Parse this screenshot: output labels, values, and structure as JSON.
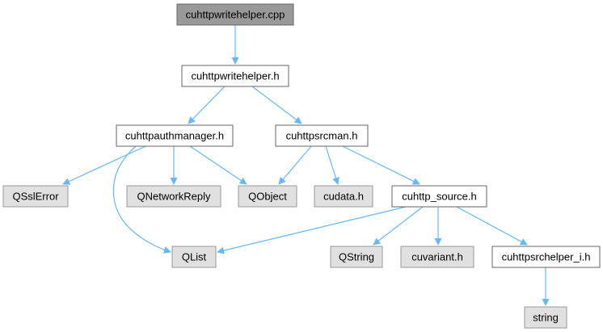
{
  "diagram": {
    "colors": {
      "edge": "#63b8ff",
      "root_fill": "#999999",
      "root_border": "#666666",
      "file_fill": "#ffffff",
      "file_border": "#666666",
      "external_fill": "#e0e0e0",
      "external_border": "#999999"
    },
    "nodes": [
      {
        "id": "cuhttpwritehelper_cpp",
        "label": "cuhttpwritehelper.cpp",
        "kind": "root"
      },
      {
        "id": "cuhttpwritehelper_h",
        "label": "cuhttpwritehelper.h",
        "kind": "file"
      },
      {
        "id": "cuhttpauthmanager_h",
        "label": "cuhttpauthmanager.h",
        "kind": "file"
      },
      {
        "id": "cuhttpsrcman_h",
        "label": "cuhttpsrcman.h",
        "kind": "file"
      },
      {
        "id": "QSslError",
        "label": "QSslError",
        "kind": "external"
      },
      {
        "id": "QNetworkReply",
        "label": "QNetworkReply",
        "kind": "external"
      },
      {
        "id": "QObject",
        "label": "QObject",
        "kind": "external"
      },
      {
        "id": "cudata_h",
        "label": "cudata.h",
        "kind": "external"
      },
      {
        "id": "cuhttp_source_h",
        "label": "cuhttp_source.h",
        "kind": "file"
      },
      {
        "id": "QList",
        "label": "QList",
        "kind": "external"
      },
      {
        "id": "QString",
        "label": "QString",
        "kind": "external"
      },
      {
        "id": "cuvariant_h",
        "label": "cuvariant.h",
        "kind": "external"
      },
      {
        "id": "cuhttpsrchelper_i_h",
        "label": "cuhttpsrchelper_i.h",
        "kind": "file"
      },
      {
        "id": "string",
        "label": "string",
        "kind": "external"
      }
    ],
    "edges": [
      {
        "from": "cuhttpwritehelper_cpp",
        "to": "cuhttpwritehelper_h"
      },
      {
        "from": "cuhttpwritehelper_h",
        "to": "cuhttpauthmanager_h"
      },
      {
        "from": "cuhttpwritehelper_h",
        "to": "cuhttpsrcman_h"
      },
      {
        "from": "cuhttpauthmanager_h",
        "to": "QSslError"
      },
      {
        "from": "cuhttpauthmanager_h",
        "to": "QNetworkReply"
      },
      {
        "from": "cuhttpauthmanager_h",
        "to": "QObject"
      },
      {
        "from": "cuhttpauthmanager_h",
        "to": "QList"
      },
      {
        "from": "cuhttpsrcman_h",
        "to": "QObject"
      },
      {
        "from": "cuhttpsrcman_h",
        "to": "cudata_h"
      },
      {
        "from": "cuhttpsrcman_h",
        "to": "cuhttp_source_h"
      },
      {
        "from": "cuhttp_source_h",
        "to": "QList"
      },
      {
        "from": "cuhttp_source_h",
        "to": "QString"
      },
      {
        "from": "cuhttp_source_h",
        "to": "cuvariant_h"
      },
      {
        "from": "cuhttp_source_h",
        "to": "cuhttpsrchelper_i_h"
      },
      {
        "from": "cuhttpsrchelper_i_h",
        "to": "string"
      }
    ]
  }
}
